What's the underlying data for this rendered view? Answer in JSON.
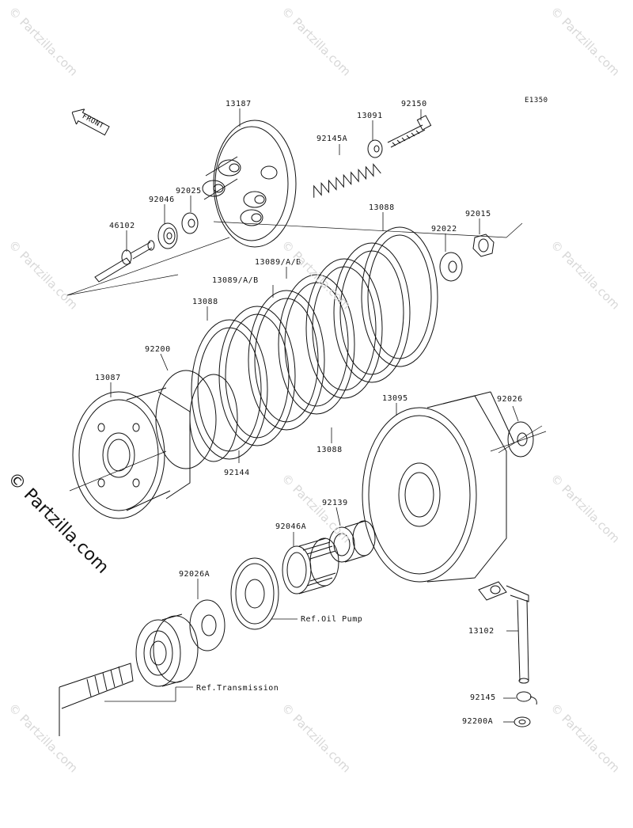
{
  "diagram_code": "E1350",
  "front_label": "FRONT",
  "watermark": {
    "small": "© Partzilla.com",
    "large": "© Partzilla.com"
  },
  "parts": {
    "p13187": "13187",
    "p92150": "92150",
    "p13091": "13091",
    "p92145A": "92145A",
    "p92025": "92025",
    "p92046": "92046",
    "p46102": "46102",
    "p13088_top": "13088",
    "p92022": "92022",
    "p92015": "92015",
    "p13089_a": "13089/A/B",
    "p13089_b": "13089/A/B",
    "p13088_left": "13088",
    "p92200": "92200",
    "p13087": "13087",
    "p92144": "92144",
    "p13088_mid": "13088",
    "p13095": "13095",
    "p92026": "92026",
    "p92139": "92139",
    "p92046A": "92046A",
    "p92026A": "92026A",
    "ref_oil_pump": "Ref.Oil Pump",
    "ref_transmission": "Ref.Transmission",
    "p13102": "13102",
    "p92145": "92145",
    "p92200A": "92200A"
  }
}
